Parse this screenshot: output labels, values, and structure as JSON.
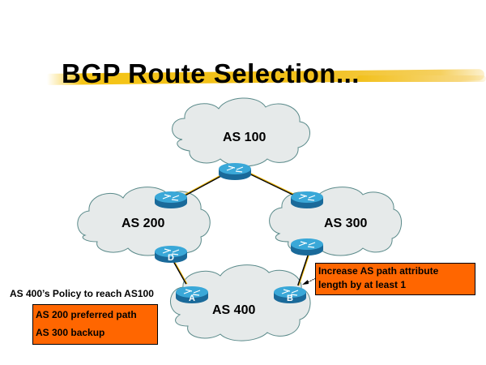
{
  "title": "BGP Route Selection...",
  "colors": {
    "title_brush": "#f2c01a",
    "cloud_fill": "#e6eaea",
    "cloud_stroke": "#5a8a8a",
    "router_top": "#3aa8d8",
    "router_side": "#1a6a9a",
    "link": "#e8b000",
    "note_fill": "#ff6600"
  },
  "clouds": [
    {
      "id": "as100",
      "label": "AS 100"
    },
    {
      "id": "as200",
      "label": "AS 200"
    },
    {
      "id": "as300",
      "label": "AS 300"
    },
    {
      "id": "as400",
      "label": "AS 400"
    }
  ],
  "routers": [
    {
      "id": "r100",
      "as": "AS 100",
      "label": ""
    },
    {
      "id": "r200-top",
      "as": "AS 200",
      "label": ""
    },
    {
      "id": "r200-d",
      "as": "AS 200",
      "label": "D"
    },
    {
      "id": "r300-top",
      "as": "AS 300",
      "label": ""
    },
    {
      "id": "r300-bottom",
      "as": "AS 300",
      "label": ""
    },
    {
      "id": "r400-a",
      "as": "AS 400",
      "label": "A"
    },
    {
      "id": "r400-b",
      "as": "AS 400",
      "label": "B"
    }
  ],
  "links": [
    {
      "from": "r100",
      "to": "r200-top"
    },
    {
      "from": "r100",
      "to": "r300-top"
    },
    {
      "from": "r200-d",
      "to": "r400-a"
    },
    {
      "from": "r300-bottom",
      "to": "r400-b"
    }
  ],
  "annotations": {
    "as300_note_line1": "Increase AS path attribute",
    "as300_note_line2": "length by at least 1",
    "policy_heading": "AS 400’s Policy to reach AS100",
    "policy_line1": "AS 200 preferred path",
    "policy_line2": "AS 300 backup"
  }
}
